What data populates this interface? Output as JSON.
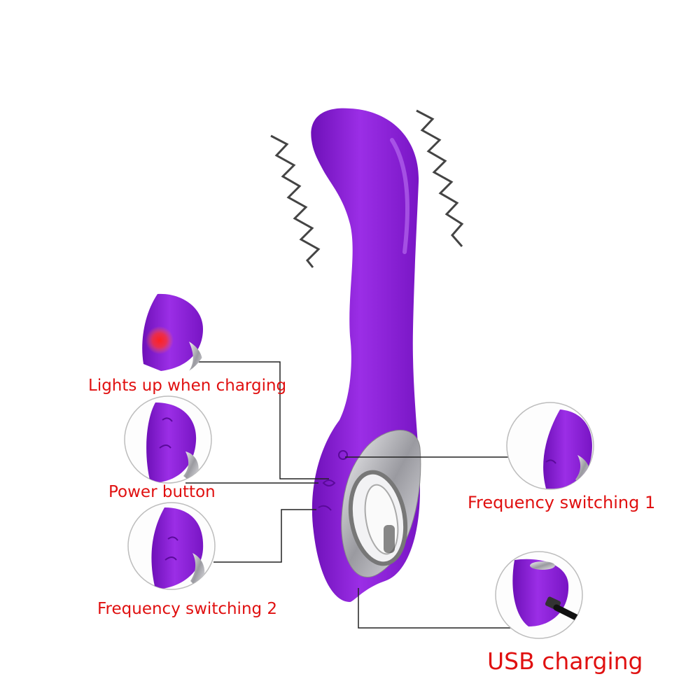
{
  "callouts": {
    "lights": "Lights up when charging",
    "power": "Power button",
    "freq1": "Frequency switching 1",
    "freq2": "Frequency switching 2",
    "usb": "USB charging"
  },
  "colors": {
    "body": "#8a1fd6",
    "label": "#e01010",
    "led": "#ff1a1a",
    "chrome": "#c8c8cc",
    "line": "#222222"
  },
  "icons": [
    "vibration-zigzag-icon",
    "led-indicator-icon",
    "charging-plug-icon"
  ]
}
